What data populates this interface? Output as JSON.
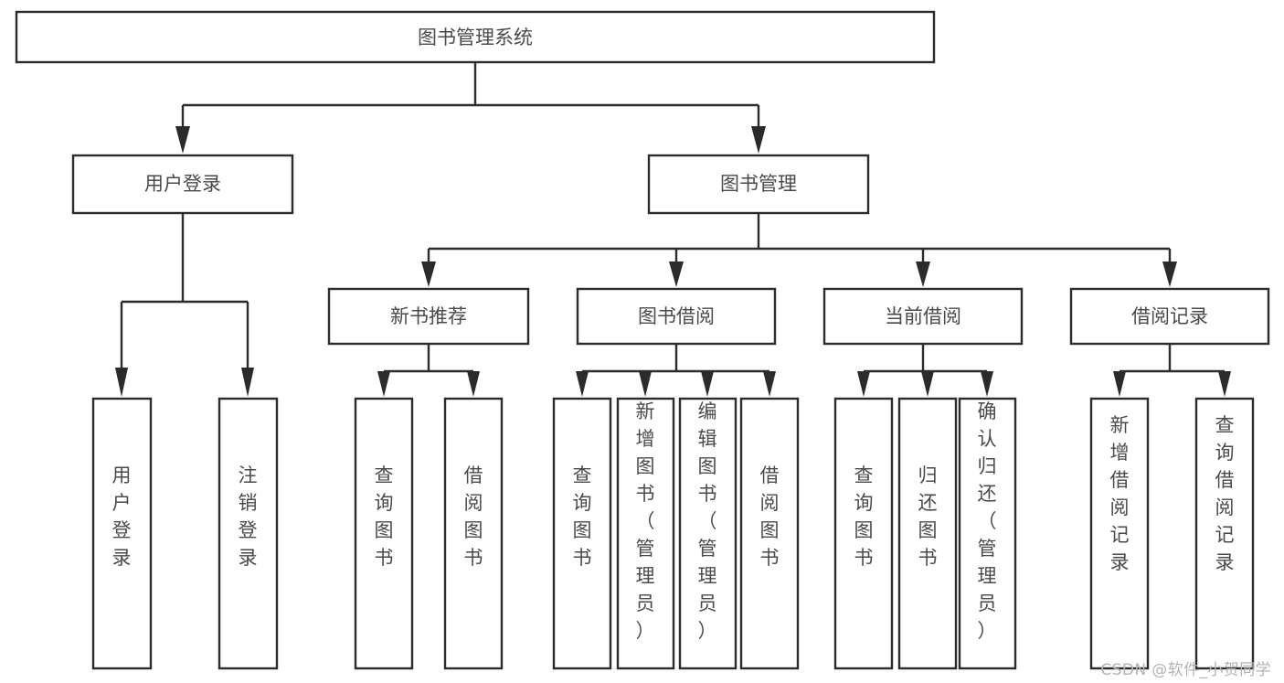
{
  "diagram": {
    "type": "tree-hierarchy",
    "title": "图书管理系统",
    "orientation": "top-down",
    "watermark": "CSDN @软件_小贺同学",
    "colors": {
      "stroke": "#2b2b2b",
      "box_fill": "#ffffff",
      "text": "#4a4a4a",
      "background": "#ffffff",
      "watermark": "#b3b3b3"
    },
    "nodes": {
      "root": {
        "label": "图书管理系统"
      },
      "level2": [
        {
          "id": "user-login",
          "label": "用户登录"
        },
        {
          "id": "book-management",
          "label": "图书管理"
        }
      ],
      "level3": [
        {
          "id": "new-book-recommend",
          "label": "新书推荐"
        },
        {
          "id": "book-borrow",
          "label": "图书借阅"
        },
        {
          "id": "current-borrow",
          "label": "当前借阅"
        },
        {
          "id": "borrow-record",
          "label": "借阅记录"
        }
      ],
      "leaves_user_login": [
        {
          "id": "leaf-user-login",
          "label": "用户登录"
        },
        {
          "id": "leaf-logout",
          "label": "注销登录"
        }
      ],
      "leaves_new_book_recommend": [
        {
          "id": "leaf-query-book-1",
          "label": "查询图书"
        },
        {
          "id": "leaf-borrow-book-1",
          "label": "借阅图书"
        }
      ],
      "leaves_book_borrow": [
        {
          "id": "leaf-query-book-2",
          "label": "查询图书"
        },
        {
          "id": "leaf-add-book",
          "label": "新增图书（管理员）"
        },
        {
          "id": "leaf-edit-book",
          "label": "编辑图书（管理员）"
        },
        {
          "id": "leaf-borrow-book-2",
          "label": "借阅图书"
        }
      ],
      "leaves_current_borrow": [
        {
          "id": "leaf-query-book-3",
          "label": "查询图书"
        },
        {
          "id": "leaf-return-book",
          "label": "归还图书"
        },
        {
          "id": "leaf-confirm-return",
          "label": "确认归还（管理员）"
        }
      ],
      "leaves_borrow_record": [
        {
          "id": "leaf-add-record",
          "label": "新增借阅记录"
        },
        {
          "id": "leaf-query-record",
          "label": "查询借阅记录"
        }
      ]
    }
  }
}
